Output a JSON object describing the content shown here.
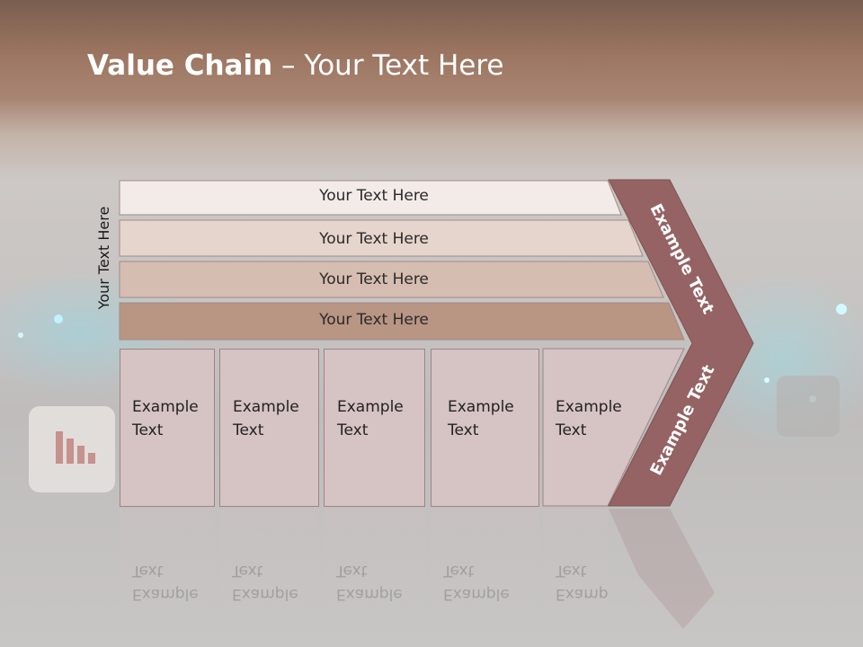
{
  "title": {
    "bold": "Value Chain",
    "rest": " – Your Text Here"
  },
  "side_label": "Your Text Here",
  "bands": [
    {
      "label": "Your Text Here",
      "color": "#f2ebe8"
    },
    {
      "label": "Your Text Here",
      "color": "#e6d5cd"
    },
    {
      "label": "Your Text Here",
      "color": "#d6bdb1"
    },
    {
      "label": "Your Text Here",
      "color": "#b99583"
    }
  ],
  "cells": [
    {
      "line1": "Example",
      "line2": "Text"
    },
    {
      "line1": "Example",
      "line2": "Text"
    },
    {
      "line1": "Example",
      "line2": "Text"
    },
    {
      "line1": "Example",
      "line2": "Text"
    },
    {
      "line1": "Example",
      "line2": "Text"
    }
  ],
  "arrow": {
    "upper_label": "Example Text",
    "lower_label": "Example Text",
    "color": "#956364"
  }
}
